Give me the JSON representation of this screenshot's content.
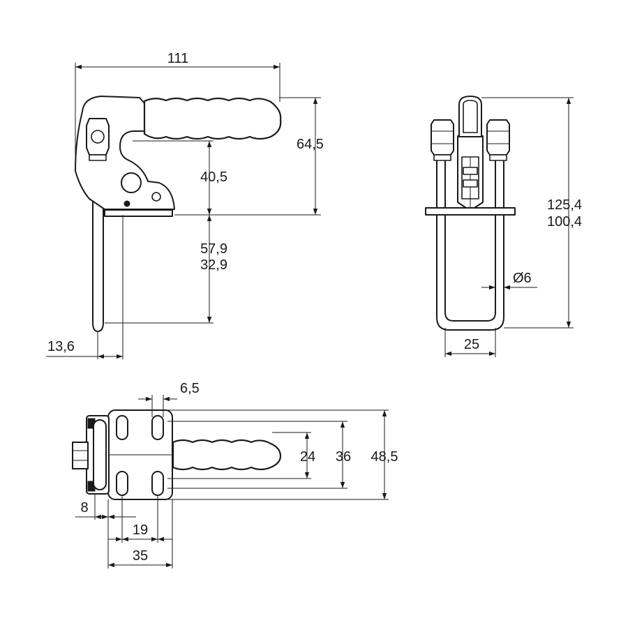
{
  "side_view": {
    "dim_overall_length": "111",
    "dim_height_total": "64,5",
    "dim_height_pivot": "40,5",
    "dim_hook_long": "57,9",
    "dim_hook_short": "32,9",
    "dim_hook_offset": "13,6"
  },
  "front_view": {
    "dim_height_long": "125,4",
    "dim_height_short": "100,4",
    "dim_rod_diameter": "Ø6",
    "dim_loop_width": "25"
  },
  "top_view": {
    "dim_slot_width": "6,5",
    "dim_hole_inner": "24",
    "dim_hole_outer": "36",
    "dim_base_width": "48,5",
    "dim_offset": "8",
    "dim_hole_spacing": "19",
    "dim_base_length": "35"
  }
}
